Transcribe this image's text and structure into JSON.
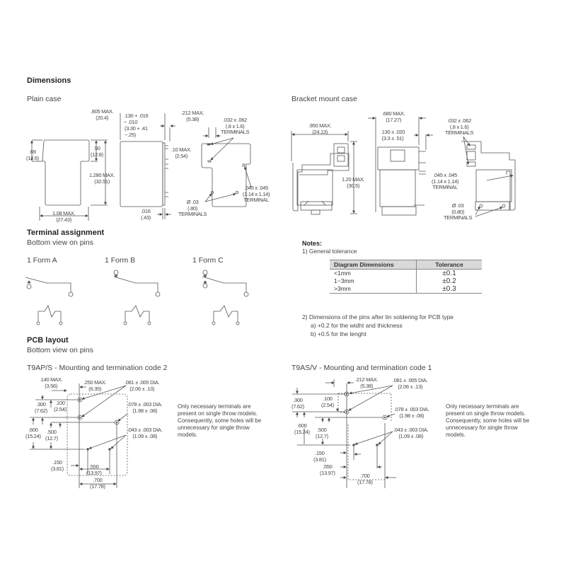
{
  "sections": {
    "dimensions": {
      "title": "Dimensions",
      "plain_case": {
        "label": "Plain case",
        "dims": {
          "d805": ".805 MAX.\n(20.4)",
          "d130": ".130 + .016\n− .010",
          "d330": "(3.30 + .41\n−.25)",
          "d212": ".212 MAX.\n(5.38)",
          "d032": ".032 x .062\n(.8 x 1.6)\nTERMINALS",
          "d10": ".10 MAX.\n(2.54)",
          "d69": ".69\n(17.6)",
          "d50": ".50\n(12.8)",
          "d1280": "1.280 MAX.\n(32.51)",
          "d045": ".045 x .045\n(1.14 x 1.14)\nTERMINAL",
          "d03": "Ø .03\n(.80)\nTERMINALS",
          "d108": "1.08 MAX.\n(27.43)",
          "d016": ".016\n(.43)"
        }
      },
      "bracket_case": {
        "label": "Bracket mount case",
        "dims": {
          "d950": ".950 MAX.\n(24.13)",
          "d680": ".680 MAX.\n(17.27)",
          "d130": ".130 ± .020\n(3.3 ± .51)",
          "d120": "1.20 MAX.\n(30.5)",
          "d032": ".032 x .062\n(.8 x 1.6)\nTERMINALS",
          "d045": ".045 x .045\n(1.14 x 1.14)\nTERMINAL",
          "d03": "Ø .03\n(0.80)\nTERMINALS"
        }
      }
    },
    "terminal_assignment": {
      "title": "Terminal assignment",
      "subtitle": "Bottom view on pins",
      "forms": [
        "1 Form A",
        "1 Form B",
        "1 Form C"
      ]
    },
    "notes": {
      "title": "Notes:",
      "item1": "1) General tolerance",
      "table": {
        "headers": [
          "Diagram Dimensions",
          "Tolerance"
        ],
        "rows": [
          [
            "<1mm",
            "±0.1"
          ],
          [
            "1~3mm",
            "±0.2"
          ],
          [
            ">3mm",
            "±0.3"
          ]
        ]
      },
      "item2": "2) Dimensions of the pins after tin soldering for PCB type",
      "item2a": "a) +0.2 for the widht and thickness",
      "item2b": "b) +0.5 for the lenght"
    },
    "pcb_layout": {
      "title": "PCB layout",
      "subtitle": "Bottom view on pins",
      "left": {
        "title": "T9AP/S - Mounting and termination code 2",
        "dims": {
          "d140": ".140 MAX.\n(3.56)",
          "d250": ".250 MAX.\n(6.35)",
          "d081": ".081 ± .005 DIA.\n(2.06 ± .13)",
          "d300": ".300\n(7.62)",
          "d100": ".100\n(2.54)",
          "d078": ".078 ± .003 DIA.\n(1.98 ± .08)",
          "d600": ".600\n(15.24)",
          "d500": ".500\n(12.7)",
          "d043": ".043 ± .003 DIA.\n(1.09 ± .08)",
          "d150": ".150\n(3.81)",
          "d550": ".550\n(13.97)",
          "d700": ".700\n(17.78)"
        },
        "note": "Only necessary terminals are present on single throw models. Consequently, some holes will be unnecessary for single throw models."
      },
      "right": {
        "title": "T9AS/V - Mounting and termination code 1",
        "dims": {
          "d212": ".212 MAX.\n(5.38)",
          "d081": ".081 ± .005 DIA.\n(2.06 ± .13)",
          "d300": ".300\n(7.62)",
          "d100": ".100\n(2.54)",
          "d078": ".078 ± .003 DIA.\n(1.98 ± .08)",
          "d600": ".600\n(15.24)",
          "d500": ".500\n(12.7)",
          "d043": ".043 ± .003 DIA.\n(1.09 ± .08)",
          "d150": ".150\n(3.81)",
          "d550": ".550\n(13.97)",
          "d700": ".700\n(17.78)"
        },
        "note": "Only necessary terminals are present on single throw models. Consequently, some holes will be unnecessary for single throw models."
      }
    }
  }
}
